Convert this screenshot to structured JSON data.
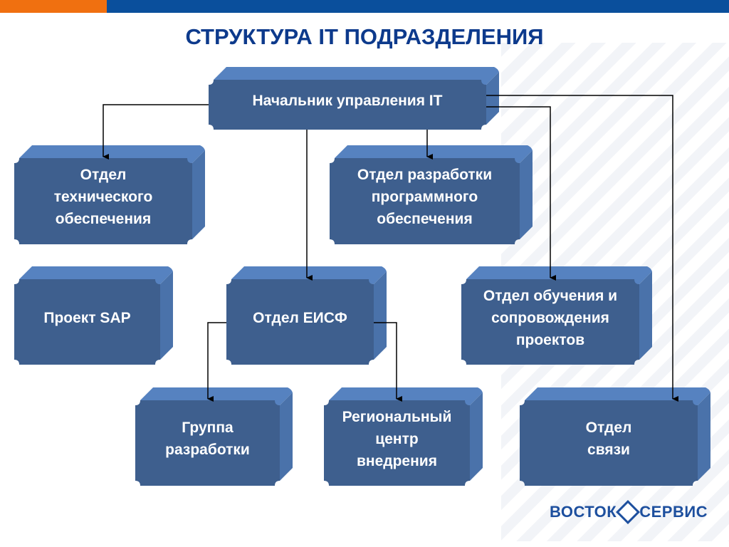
{
  "title": "СТРУКТУРА IT ПОДРАЗДЕЛЕНИЯ",
  "colors": {
    "orange": "#f07010",
    "blue": "#0a4f9c",
    "box_front": "#3e5f8e",
    "box_top": "#5682c0",
    "box_side": "#4a72aa"
  },
  "nodes": [
    {
      "id": "head",
      "label": "Начальник управления IT"
    },
    {
      "id": "tech",
      "label": "Отдел\nтехнического\nобеспечения"
    },
    {
      "id": "dev",
      "label": "Отдел разработки\nпрограммного\nобеспечения"
    },
    {
      "id": "sap",
      "label": "Проект SAP"
    },
    {
      "id": "eisf",
      "label": "Отдел ЕИСФ"
    },
    {
      "id": "training",
      "label": "Отдел обучения и\nсопровождения\nпроектов"
    },
    {
      "id": "group",
      "label": "Группа\nразработки"
    },
    {
      "id": "regional",
      "label": "Региональный\nцентр\nвнедрения"
    },
    {
      "id": "comm",
      "label": "Отдел\nсвязи"
    }
  ],
  "edges": [
    [
      "head",
      "tech"
    ],
    [
      "head",
      "dev"
    ],
    [
      "head",
      "eisf"
    ],
    [
      "head",
      "training"
    ],
    [
      "head",
      "comm"
    ],
    [
      "eisf",
      "group"
    ],
    [
      "eisf",
      "regional"
    ]
  ],
  "logo": {
    "left": "ВОСТОК",
    "right": "СЕРВИС"
  }
}
